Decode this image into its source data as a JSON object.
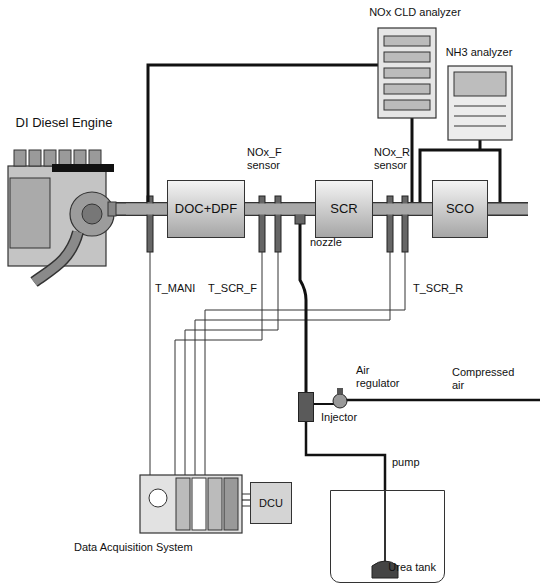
{
  "diagram": {
    "nodes": [
      {
        "text": [
          "DI Diesel Engine"
        ]
      },
      {
        "text": [
          "DOC+DPF"
        ]
      },
      {
        "text": [
          "SCR"
        ]
      },
      {
        "text": [
          "SCO"
        ]
      },
      {
        "text": [
          "NOx CLD analyzer"
        ]
      },
      {
        "text": [
          "NH3 analyzer"
        ]
      },
      {
        "text": [
          "Data Acquisition System"
        ]
      },
      {
        "text": [
          "DCU"
        ]
      },
      {
        "text": [
          "Injector"
        ]
      },
      {
        "text": [
          "Urea tank"
        ]
      }
    ],
    "edges": [
      {
        "from": 0,
        "to": 1,
        "arrow": "none"
      },
      {
        "from": 1,
        "to": 2,
        "arrow": "none"
      },
      {
        "from": 2,
        "to": 3,
        "arrow": "none"
      },
      {
        "from": 6,
        "to": 7,
        "arrow": "none"
      },
      {
        "from": 8,
        "to": 9,
        "arrow": "none"
      }
    ],
    "labels": [
      "NOx_F sensor",
      "NOx_R sensor",
      "T_MANI",
      "T_SCR_F",
      "T_SCR_R",
      "nozzle",
      "Air regulator",
      "Compressed air",
      "pump"
    ]
  }
}
